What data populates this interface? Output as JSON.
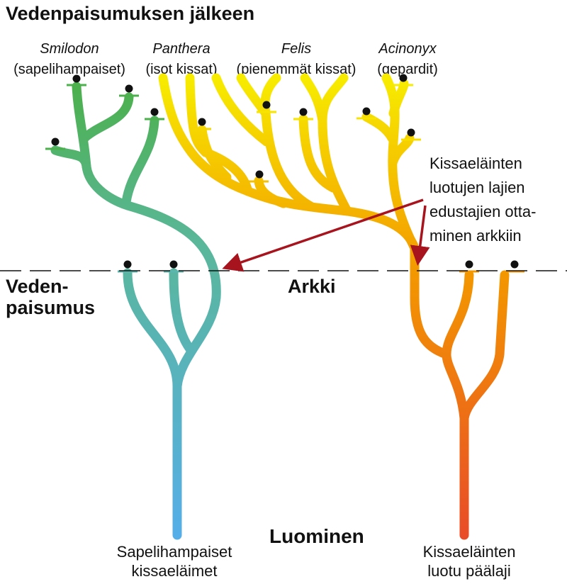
{
  "title": "Vedenpaisumuksen jälkeen",
  "groups": [
    {
      "genus": "Smilodon",
      "common": "(sapelihampaiset)"
    },
    {
      "genus": "Panthera",
      "common": "(isot kissat)"
    },
    {
      "genus": "Felis",
      "common": "(pienemmät kissat)"
    },
    {
      "genus": "Acinonyx",
      "common": "(gepardit)"
    }
  ],
  "annotation": [
    "Kissaeläinten",
    "luotujen lajien",
    "edustajien otta-",
    "minen arkkiin"
  ],
  "flood_label": [
    "Veden-",
    "paisumus"
  ],
  "ark_label": "Arkki",
  "creation_label": "Luominen",
  "left_base": [
    "Sapelihampaiset",
    "kissaeläimet"
  ],
  "right_base": [
    "Kissaeläinten",
    "luotu päälaji"
  ],
  "colors": {
    "green": "#4cb04c",
    "blue": "#55aee8",
    "yellow": "#f7ec00",
    "orange": "#f39800",
    "red": "#e94b28",
    "arrow": "#a8141e"
  }
}
